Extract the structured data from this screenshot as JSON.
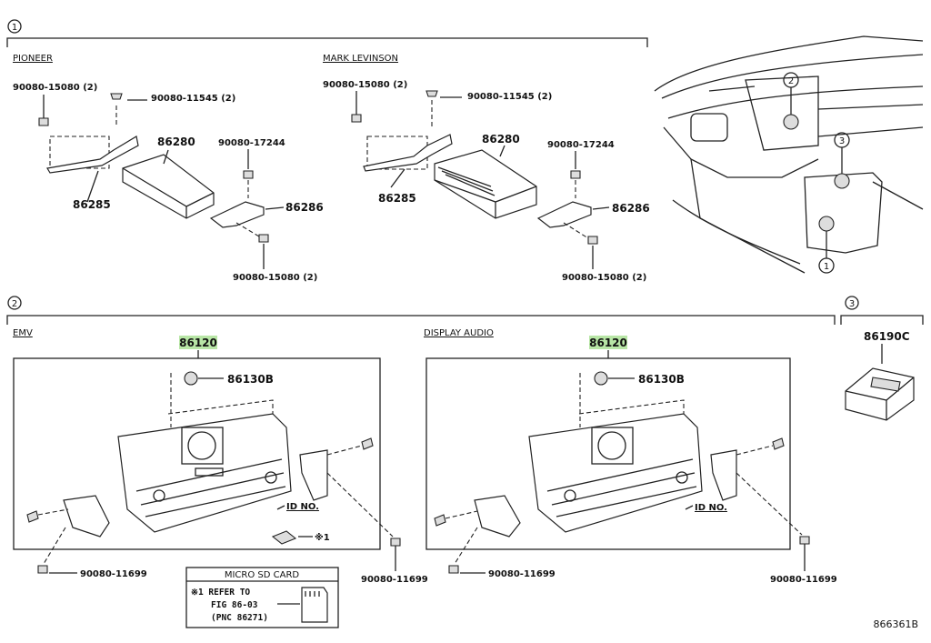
{
  "sections": {
    "s1": {
      "marker": "1",
      "groups": [
        {
          "title": "PIONEER",
          "labels": {
            "bolt_a": "90080-15080 (2)",
            "screw_a": "90080-11545 (2)",
            "unit": "86280",
            "nut": "90080-17244",
            "bracket_l": "86285",
            "bracket_r": "86286",
            "bolt_b": "90080-15080 (2)"
          }
        },
        {
          "title": "MARK LEVINSON",
          "labels": {
            "bolt_a": "90080-15080 (2)",
            "screw_a": "90080-11545 (2)",
            "unit": "86280",
            "nut": "90080-17244",
            "bracket_l": "86285",
            "bracket_r": "86286",
            "bolt_b": "90080-15080 (2)"
          }
        }
      ]
    },
    "s2": {
      "marker": "2",
      "groups": [
        {
          "title": "EMV",
          "unit": "86120",
          "knob": "86130B",
          "id_no": "ID NO.",
          "note_mark": "※1",
          "screw_l": "90080-11699",
          "screw_r": "90080-11699"
        },
        {
          "title": "DISPLAY AUDIO",
          "unit": "86120",
          "knob": "86130B",
          "id_no": "ID NO.",
          "screw_l": "90080-11699",
          "screw_r": "90080-11699"
        }
      ]
    },
    "s3": {
      "marker": "3",
      "part": "86190C"
    },
    "dashboard": {
      "callouts": [
        "2",
        "3",
        "1"
      ]
    },
    "micro_sd": {
      "title": "MICRO SD CARD",
      "line1": "※1 REFER TO",
      "line2": "FIG 86-03",
      "line3": "(PNC 86271)"
    },
    "figure_id": "866361B",
    "colors": {
      "highlight": "#b8e6a6"
    }
  }
}
